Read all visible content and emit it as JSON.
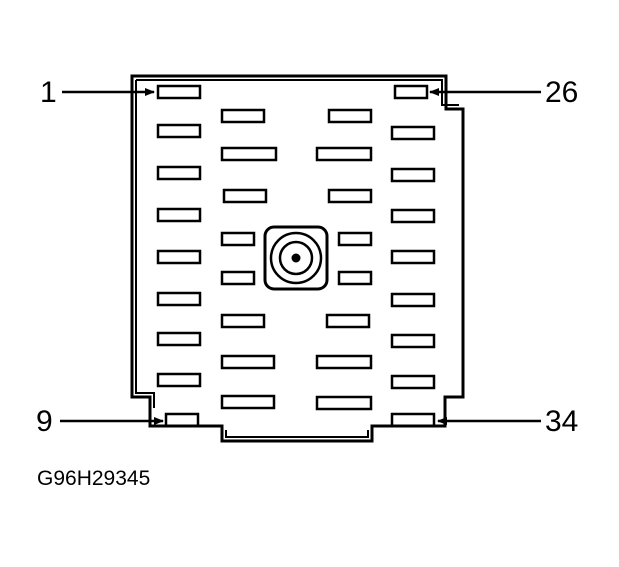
{
  "diagram": {
    "pin_labels": {
      "top_left": "1",
      "top_right": "26",
      "bottom_left": "9",
      "bottom_right": "34"
    },
    "figure_id": "G96H29345"
  },
  "colors": {
    "line": "#000000",
    "background": "#ffffff"
  }
}
